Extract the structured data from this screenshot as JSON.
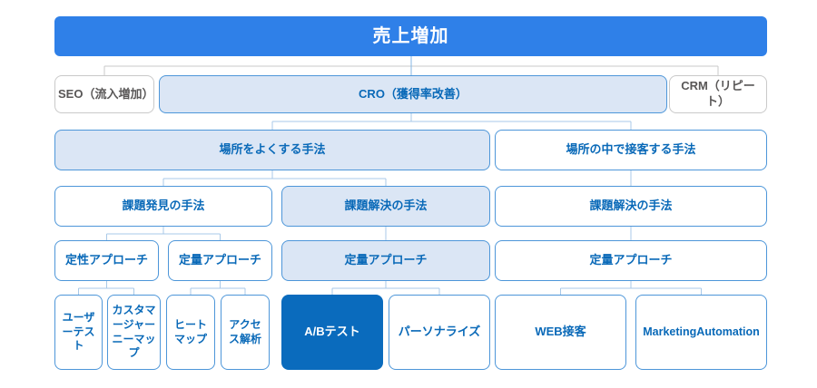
{
  "colors": {
    "primary-blue": "#2F80E8",
    "dark-blue": "#0A6BBD",
    "light-blue-fill": "#DBE6F5",
    "border-blue": "#4D96D9",
    "border-gray": "#C9C9C9",
    "text-blue": "#0969B8",
    "text-gray": "#595757",
    "connector-blue": "#A9C9E8",
    "connector-gray": "#C9C9C9",
    "stub-blue": "#86B7E4"
  },
  "nodes": {
    "sales_increase": {
      "label": "売上増加"
    },
    "seo": {
      "label": "SEO（流入増加）"
    },
    "cro": {
      "label": "CRO（獲得率改善）"
    },
    "crm": {
      "label": "CRM（リピート）"
    },
    "improve_place": {
      "label": "場所をよくする手法"
    },
    "serve_in_place": {
      "label": "場所の中で接客する手法"
    },
    "discover_issues": {
      "label": "課題発見の手法"
    },
    "solve_issues_left": {
      "label": "課題解決の手法"
    },
    "solve_issues_right": {
      "label": "課題解決の手法"
    },
    "qualitative_approach": {
      "label": "定性アプローチ"
    },
    "quantitative_left": {
      "label": "定量アプローチ"
    },
    "quantitative_mid": {
      "label": "定量アプローチ"
    },
    "quantitative_right": {
      "label": "定量アプローチ"
    },
    "user_test": {
      "label": "ユーザーテスト"
    },
    "customer_journey_map": {
      "label": "カスタマージャーニーマップ"
    },
    "heat_map": {
      "label": "ヒートマップ"
    },
    "access_analysis": {
      "label": "アクセス解析"
    },
    "ab_test": {
      "label": "A/Bテスト"
    },
    "personalize": {
      "label": "パーソナライズ"
    },
    "web_customer_service": {
      "label": "WEB接客"
    },
    "marketing_automation": {
      "label": "MarketingAutomation"
    }
  }
}
